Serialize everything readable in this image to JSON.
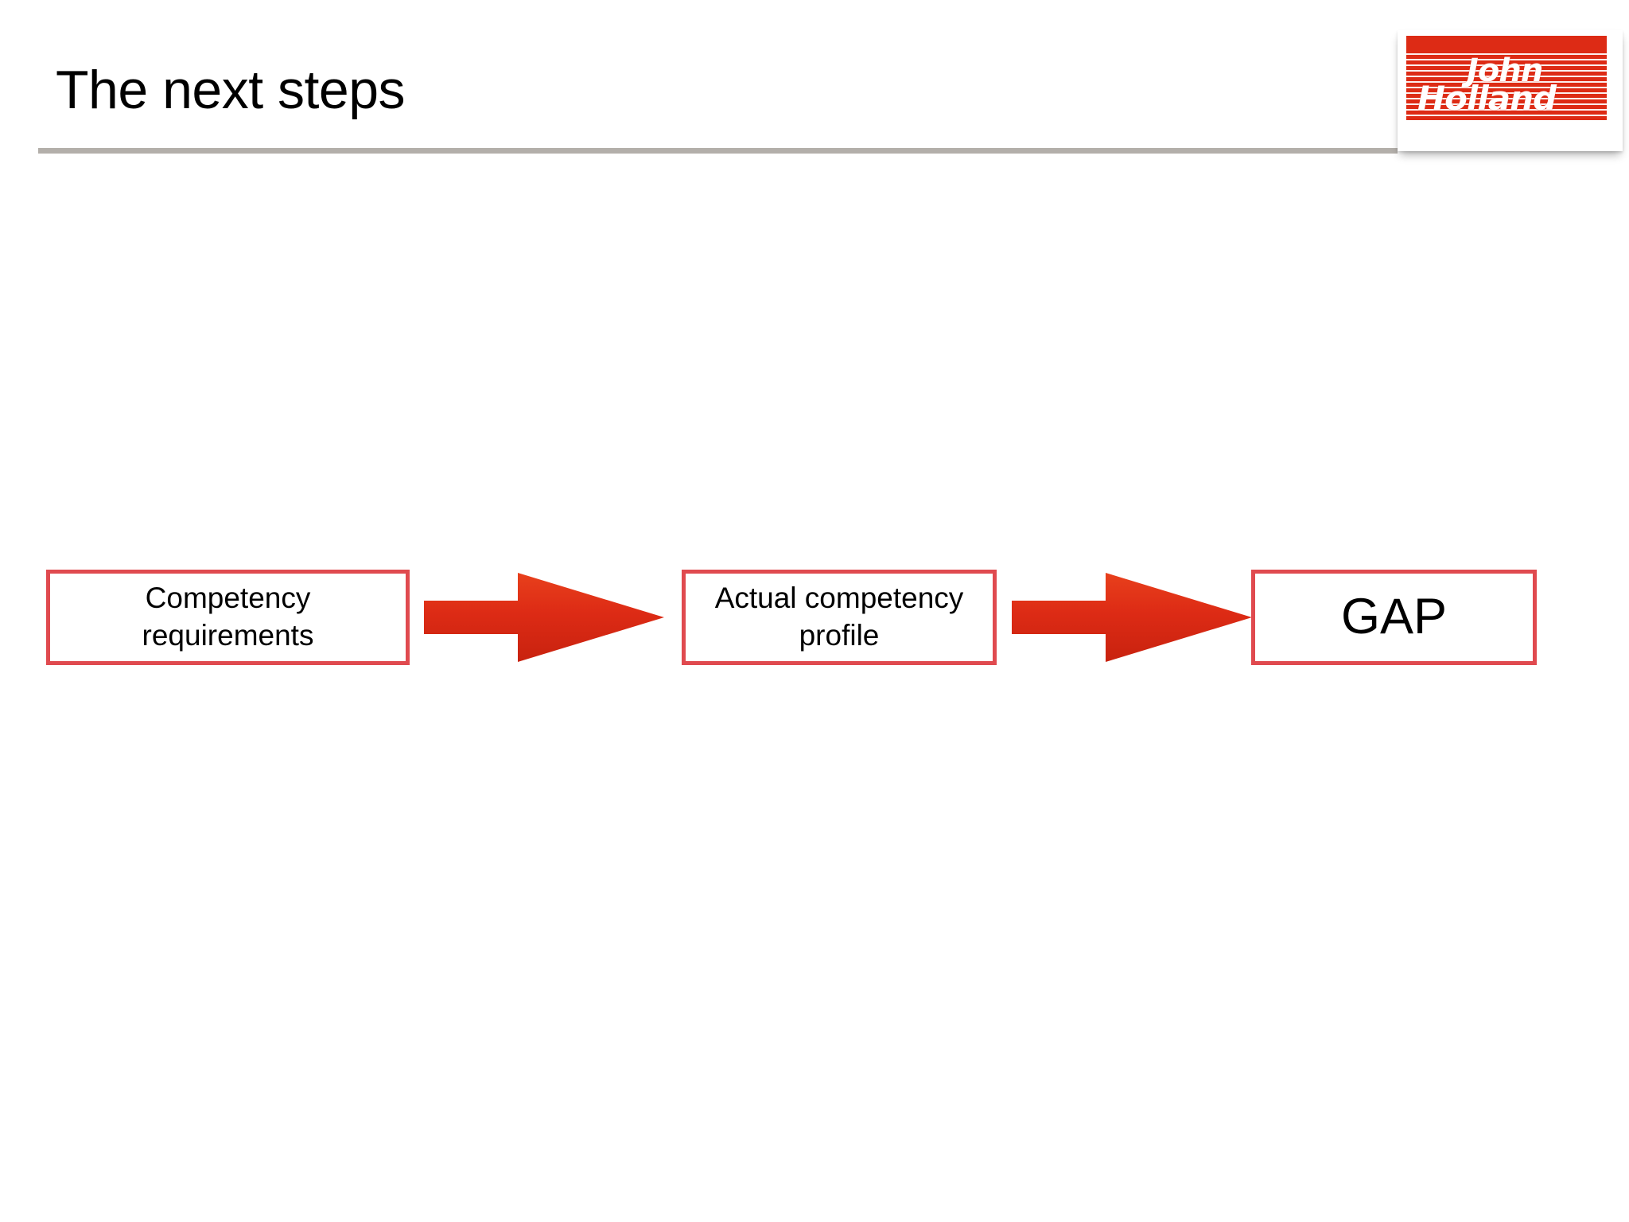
{
  "slide": {
    "title": "The next steps",
    "background_color": "#ffffff",
    "rule_color": "#b3afaa"
  },
  "logo": {
    "name": "john-holland-logo",
    "line1": "John",
    "line2": "Holland",
    "background_color": "#dd2b15",
    "text_color": "#ffffff"
  },
  "diagram": {
    "type": "process-flow",
    "accent_color": "#e04a4f",
    "arrow_color": "#dd2b15",
    "steps": [
      {
        "id": "competency-requirements",
        "label": "Competency requirements"
      },
      {
        "id": "actual-competency-profile",
        "label": "Actual competency profile"
      },
      {
        "id": "gap",
        "label": "GAP"
      }
    ],
    "connectors": [
      {
        "id": "arrow-1",
        "icon": "right-arrow-icon"
      },
      {
        "id": "arrow-2",
        "icon": "right-arrow-icon"
      }
    ]
  }
}
